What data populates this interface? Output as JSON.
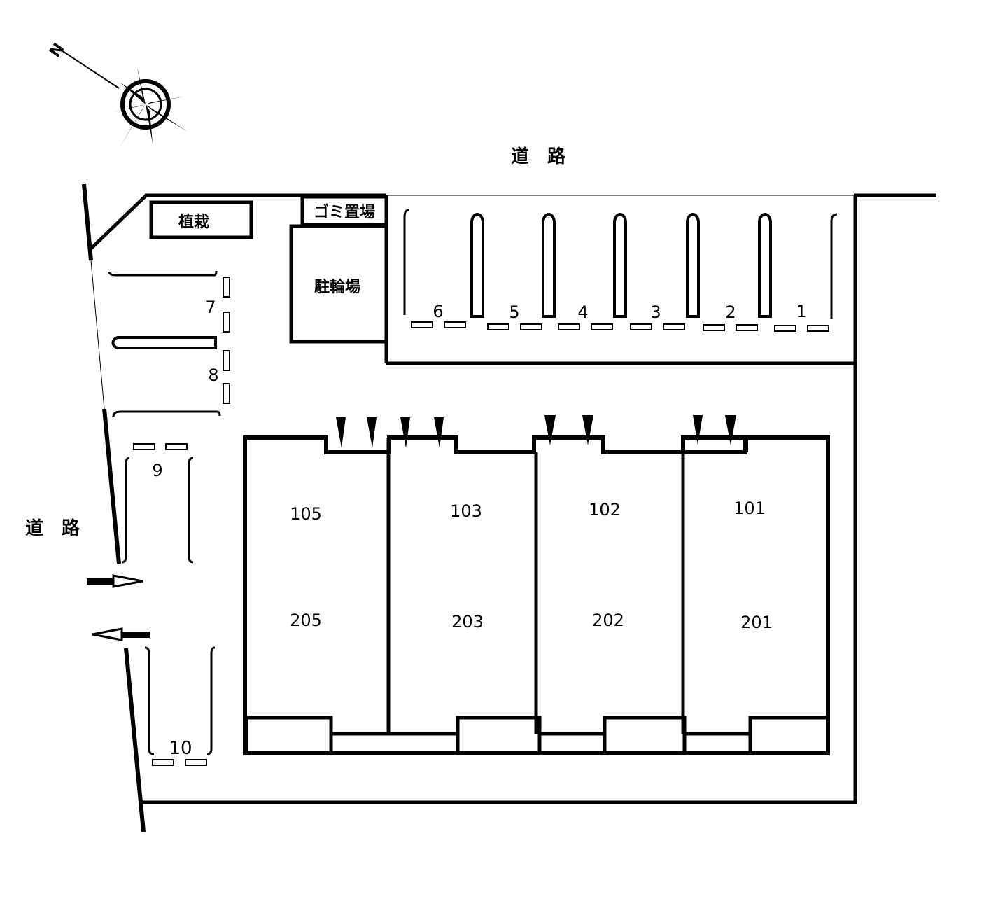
{
  "colors": {
    "line": "#000000",
    "background": "#ffffff"
  },
  "compass": {
    "north_label": "N",
    "icon": "compass-rose-icon"
  },
  "roads": {
    "top": "道　路",
    "left": "道　路"
  },
  "facilities": {
    "planting": "植栽",
    "garbage": "ゴミ置場",
    "bicycle": "駐輪場"
  },
  "parking": {
    "slots": [
      {
        "label": "1"
      },
      {
        "label": "2"
      },
      {
        "label": "3"
      },
      {
        "label": "4"
      },
      {
        "label": "5"
      },
      {
        "label": "6"
      },
      {
        "label": "7"
      },
      {
        "label": "8"
      },
      {
        "label": "9"
      },
      {
        "label": "10"
      }
    ]
  },
  "units": [
    {
      "first": "105",
      "second": "205"
    },
    {
      "first": "103",
      "second": "203"
    },
    {
      "first": "102",
      "second": "202"
    },
    {
      "first": "101",
      "second": "201"
    }
  ],
  "icons": {
    "entrance": "entrance-marker-icon",
    "in_arrow": "arrow-right-icon",
    "out_arrow": "arrow-left-icon"
  }
}
